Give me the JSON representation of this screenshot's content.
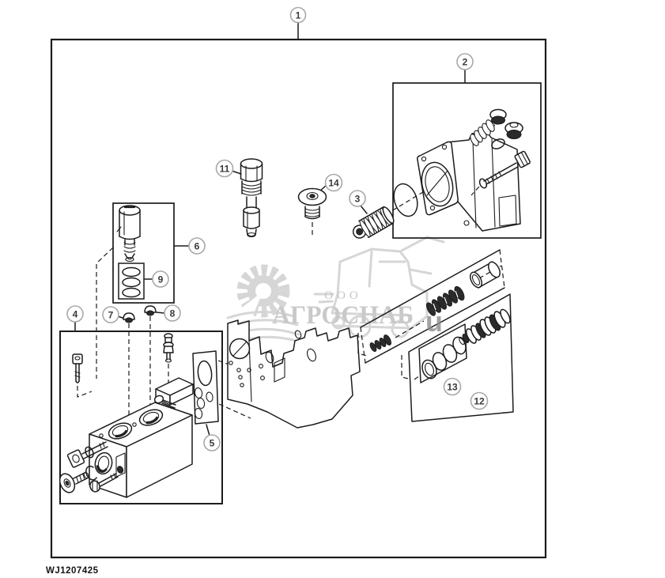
{
  "footer": {
    "drawing_code": "WJ1207425"
  },
  "watermark": {
    "org_form": "ООО",
    "company": "АГРОСНАБ",
    "stray_letter": "u"
  },
  "callouts": [
    {
      "label": "1"
    },
    {
      "label": "2"
    },
    {
      "label": "3"
    },
    {
      "label": "4"
    },
    {
      "label": "5"
    },
    {
      "label": "6"
    },
    {
      "label": "7"
    },
    {
      "label": "8"
    },
    {
      "label": "9"
    },
    {
      "label": "11"
    },
    {
      "label": "12"
    },
    {
      "label": "13"
    },
    {
      "label": "14"
    }
  ],
  "colors": {
    "line": "#1c1c1c",
    "callout_ring": "#a8a8a8",
    "callout_number": "#3a3a3a",
    "watermark_light": "#c9c9c9",
    "watermark_dark": "#8d8d8d"
  }
}
